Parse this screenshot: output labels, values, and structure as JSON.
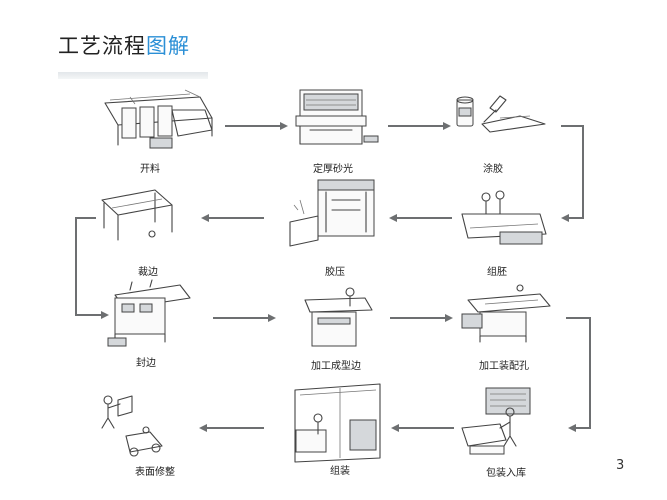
{
  "title": {
    "main": "工艺流程",
    "highlight": "图解"
  },
  "steps": [
    {
      "label": "开料",
      "icon": "panel-saw-sketch"
    },
    {
      "label": "定厚砂光",
      "icon": "sanding-machine-sketch"
    },
    {
      "label": "涂胶",
      "icon": "glue-roller-sketch"
    },
    {
      "label": "裁边",
      "icon": "trimming-table-sketch"
    },
    {
      "label": "胶压",
      "icon": "hot-press-sketch"
    },
    {
      "label": "组胚",
      "icon": "assembly-worker-sketch"
    },
    {
      "label": "封边",
      "icon": "edge-banding-machine-sketch"
    },
    {
      "label": "加工成型边",
      "icon": "shaper-machine-sketch"
    },
    {
      "label": "加工装配孔",
      "icon": "drilling-machine-sketch"
    },
    {
      "label": "表面修整",
      "icon": "finishing-worker-sketch"
    },
    {
      "label": "组装",
      "icon": "assembly-room-sketch"
    },
    {
      "label": "包装入库",
      "icon": "packing-worker-sketch"
    }
  ],
  "page_number": "3",
  "colors": {
    "highlight": "#2b8fd6",
    "arrow": "#6d6f71"
  }
}
